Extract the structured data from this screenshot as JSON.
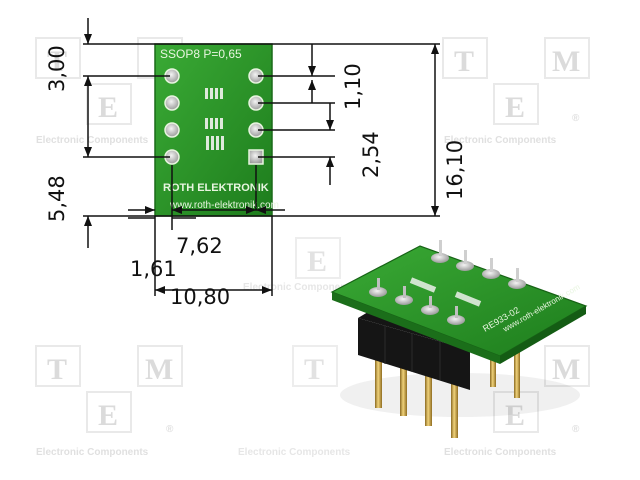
{
  "watermark": {
    "letters": [
      "T",
      "M",
      "E"
    ],
    "caption": "Electronic Components",
    "registered": "®"
  },
  "board": {
    "part_label": "SSOP8 P=0,65",
    "brand": "ROTH ELEKTRONIK",
    "website": "www.roth-elektronik.com",
    "code": "RE933-02"
  },
  "dimensions": {
    "top_offset": "3,00",
    "left_offset": "5,48",
    "pitch_small": "1,10",
    "pitch": "2,54",
    "height": "16,10",
    "row_spacing": "7,62",
    "edge_offset": "1,61",
    "width": "10,80"
  },
  "colors": {
    "pcb": "#2d9a2b",
    "pcb_edge": "#1f7a1e",
    "silkscreen": "#e9f6e4",
    "pad": "#c9c9c9",
    "pin_gold": "#caa24a",
    "header_black": "#151515"
  }
}
